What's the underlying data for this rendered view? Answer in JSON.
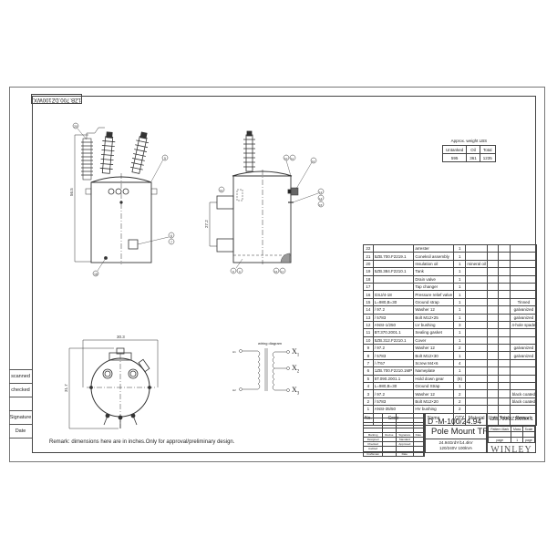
{
  "drawing": {
    "drawing_number": "1ZB.700.DZ100WX.1",
    "remark": "Remark: dimensions here are in inches.Only for approval/preliminary design.",
    "side_labels": [
      "scanned",
      "checked",
      "",
      "Signature",
      "Date"
    ]
  },
  "views": {
    "front": {
      "height_dim": "56.5",
      "balloons": [
        "20",
        "5",
        "6",
        "7",
        "18"
      ],
      "bushing_labels": [
        "H1",
        "H2"
      ]
    },
    "side": {
      "bracket_dim": "27.2",
      "balloons": [
        "10",
        "11",
        "12",
        "13",
        "14",
        "15",
        "8",
        "9",
        "16",
        "17",
        "19"
      ]
    },
    "top": {
      "width_dim": "30.3",
      "depth_dim": "31.7"
    },
    "wiring": {
      "title": "wiring diagram",
      "primary": [
        "H1",
        "H2"
      ],
      "secondary": [
        "X1",
        "X2",
        "X3"
      ]
    }
  },
  "weight": {
    "title": "Approx. weight LBS",
    "headers": [
      "Untanked",
      "Oil",
      "Total"
    ],
    "values": [
      "595",
      "361",
      "1235"
    ]
  },
  "parts": {
    "headers": [
      "No.",
      "Code",
      "Name",
      "QTY",
      "Material",
      "Unit",
      "Total",
      "Remark"
    ],
    "weight_label": "Weight",
    "rows": [
      {
        "no": "22",
        "code": "",
        "name": "arrester",
        "qty": "1",
        "material": "",
        "remark": ""
      },
      {
        "no": "21",
        "code": "5ZB.700.F2219.1",
        "name": "Coneksil assembly",
        "qty": "1",
        "material": "",
        "remark": ""
      },
      {
        "no": "20",
        "code": "",
        "name": "Insulation oil",
        "qty": "1",
        "material": "mineral oil",
        "remark": ""
      },
      {
        "no": "19",
        "code": "5ZB.384.F2210.1",
        "name": "Tank",
        "qty": "1",
        "material": "",
        "remark": ""
      },
      {
        "no": "18",
        "code": "",
        "name": "Drain valve",
        "qty": "1",
        "material": "",
        "remark": ""
      },
      {
        "no": "17",
        "code": "",
        "name": "Tap changer",
        "qty": "1",
        "material": "",
        "remark": ""
      },
      {
        "no": "16",
        "code": "GSJ/4-18",
        "name": "Pressure relief valve",
        "qty": "1",
        "material": "",
        "remark": ""
      },
      {
        "no": "15",
        "code": "L=980,B=30",
        "name": "Ground strap",
        "qty": "1",
        "material": "",
        "remark": "Tinned"
      },
      {
        "no": "14",
        "code": "/ 97.2",
        "name": "Washer 12",
        "qty": "1",
        "material": "",
        "remark": "galvanized"
      },
      {
        "no": "13",
        "code": "/ 5783",
        "name": "Bolt M12×25",
        "qty": "1",
        "material": "",
        "remark": "galvanized"
      },
      {
        "no": "12",
        "code": "ANSI-1/250",
        "name": "LV bushing",
        "qty": "3",
        "material": "",
        "remark": "4-hole spade"
      },
      {
        "no": "11",
        "code": "BT.370.2001.1",
        "name": "Sealing gasket",
        "qty": "1",
        "material": "",
        "remark": ""
      },
      {
        "no": "10",
        "code": "5ZB.312.F2210.1",
        "name": "Cover",
        "qty": "1",
        "material": "",
        "remark": ""
      },
      {
        "no": "9",
        "code": "/ 97.2",
        "name": "Washer 12",
        "qty": "2",
        "material": "",
        "remark": "galvanized"
      },
      {
        "no": "8",
        "code": "/ 5783",
        "name": "Bolt M12×30",
        "qty": "1",
        "material": "",
        "remark": "galvanized"
      },
      {
        "no": "7",
        "code": "/ /T67",
        "name": "Screw M4×6",
        "qty": "4",
        "material": "",
        "remark": ""
      },
      {
        "no": "6",
        "code": "1ZB.700.F2210.1MP",
        "name": "Nameplate",
        "qty": "1",
        "material": "",
        "remark": ""
      },
      {
        "no": "5",
        "code": "5T.090.2001.1",
        "name": "Hold down gear",
        "qty": "(6)",
        "material": "",
        "remark": ""
      },
      {
        "no": "4",
        "code": "L=980,B=30",
        "name": "Ground Strap",
        "qty": "1",
        "material": "",
        "remark": ""
      },
      {
        "no": "3",
        "code": "/ 97.2",
        "name": "Washer 12",
        "qty": "2",
        "material": "",
        "remark": "black coated"
      },
      {
        "no": "2",
        "code": "/ 5783",
        "name": "Bolt M12×20",
        "qty": "2",
        "material": "",
        "remark": "black coated"
      },
      {
        "no": "1",
        "code": "ANSI-35/50",
        "name": "HV bushing",
        "qty": "2",
        "material": "",
        "remark": ""
      }
    ]
  },
  "title_block": {
    "model": "D -M-100/24.94",
    "product": "Pole Mount TR",
    "spec_line1": "24.94GrdY/14.4kV",
    "spec_line2": "120/240V 100kVA",
    "drawing_number": "1ZB.700.DZ100WX.1",
    "pm_headers": [
      "Pattern Mark",
      "Mass",
      "Scale"
    ],
    "pm_values": [
      "",
      "page",
      "1",
      "page"
    ],
    "brand": "WINLEY",
    "sign_headers": [
      "Marking",
      "Revise",
      "Signature",
      "Date"
    ],
    "sign_rows": [
      "Designed",
      "Checked",
      "Audited",
      "Craftsman"
    ],
    "sign_right": [
      "Standard",
      "Approved",
      "Date"
    ]
  }
}
